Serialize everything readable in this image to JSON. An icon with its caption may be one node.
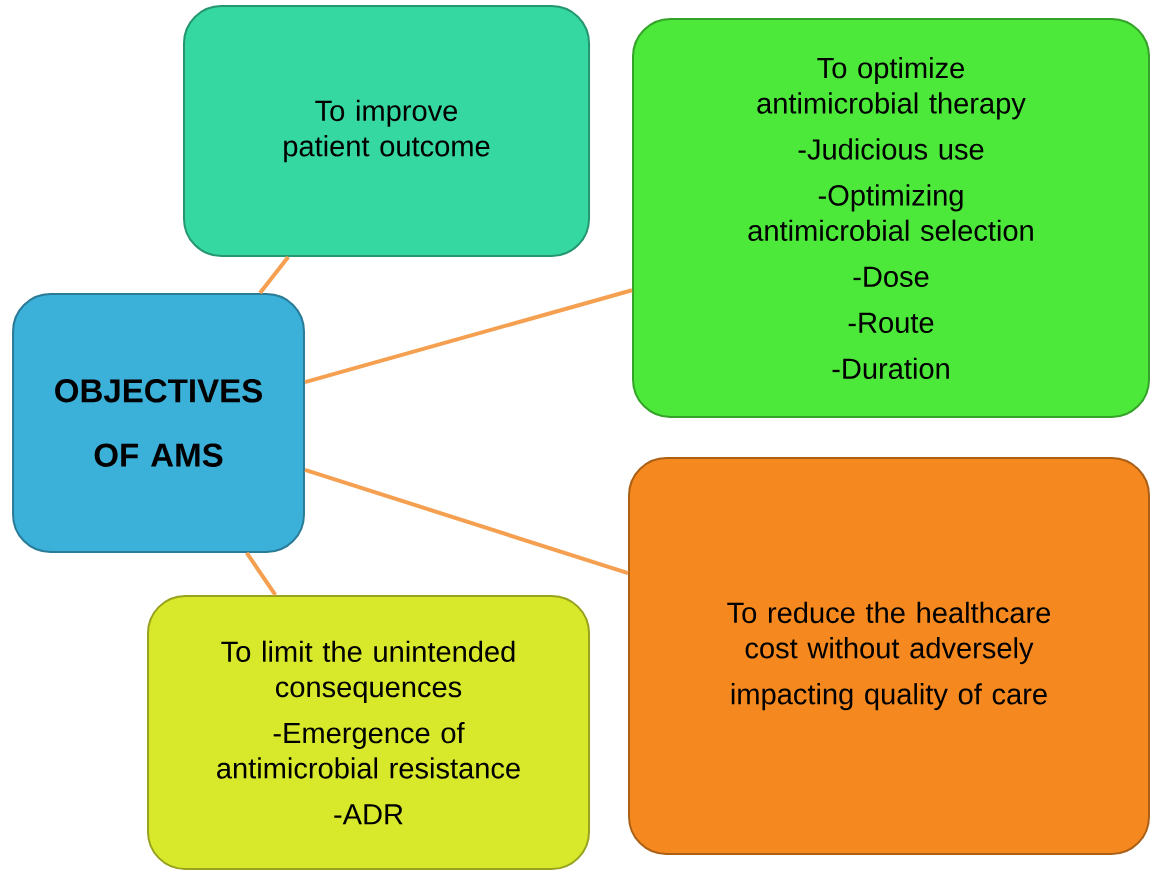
{
  "diagram": {
    "nodes": [
      {
        "text": [
          "OBJECTIVES OF AMS"
        ]
      },
      {
        "text": [
          "To improve patient outcome"
        ]
      },
      {
        "text": [
          "To optimize antimicrobial therapy",
          "-Judicious use",
          "-Optimizing antimicrobial selection",
          "-Dose",
          "-Route",
          "-Duration"
        ]
      },
      {
        "text": [
          "To reduce the healthcare cost without adversely",
          "impacting quality of care"
        ]
      },
      {
        "text": [
          "To limit the unintended consequences",
          "-Emergence of antimicrobial resistance",
          "-ADR"
        ]
      }
    ],
    "edges": [
      {
        "from": 0,
        "to": 1,
        "arrow": "none"
      },
      {
        "from": 0,
        "to": 2,
        "arrow": "none"
      },
      {
        "from": 0,
        "to": 3,
        "arrow": "none"
      },
      {
        "from": 0,
        "to": 4,
        "arrow": "none"
      }
    ]
  }
}
